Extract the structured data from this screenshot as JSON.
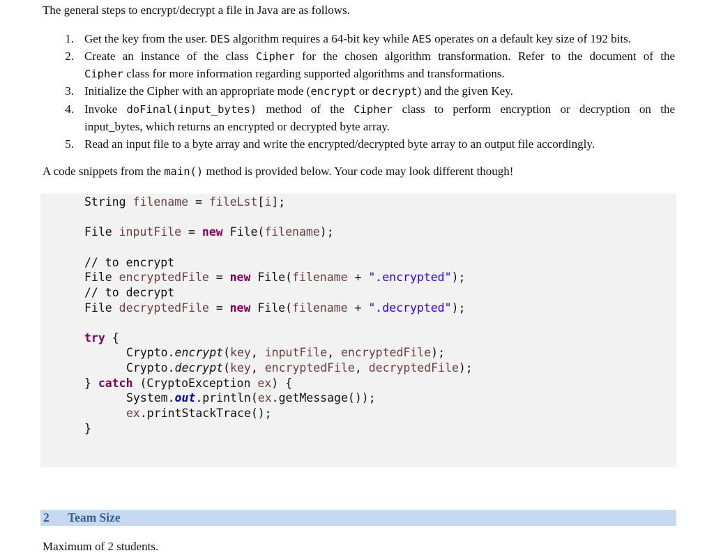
{
  "intro": "The general steps to encrypt/decrypt a file in Java are as follows.",
  "steps": [
    {
      "num": "1.",
      "a": "Get the key from the user. ",
      "a_code": "DES",
      "b": " algorithm requires a 64-bit key while ",
      "b_code": "AES",
      "c": " operates on a default key size of 192 bits."
    },
    {
      "num": "2.",
      "l1_a": "Create an instance of the class ",
      "l1_code": "Cipher",
      "l1_b": " for the chosen algorithm transformation. Refer to the document of the",
      "l2_code": "Cipher",
      "l2_b": " class for more information regarding supported algorithms and transformations."
    },
    {
      "num": "3.",
      "a": "Initialize the Cipher with an appropriate mode (",
      "a_code": "encrypt",
      "b": " or ",
      "b_code": "decrypt",
      "c": ") and the given Key."
    },
    {
      "num": "4.",
      "l1_a": "Invoke ",
      "l1_code": "doFinal(input_bytes)",
      "l1_b": " method of the ",
      "l1_code2": "Cipher",
      "l1_c": " class to perform encryption or decryption on the",
      "l2": "input_bytes, which returns an encrypted or decrypted byte array."
    },
    {
      "num": "5.",
      "text": "Read an input file to a byte array and write the encrypted/decrypted byte array to an output file accordingly."
    }
  ],
  "snippet_intro": {
    "a": "A code snippets from the ",
    "code": "main()",
    "b": " method is provided below. Your code may look different though!"
  },
  "code": {
    "l1": {
      "t1": "String ",
      "v1": "filename",
      "t2": " = ",
      "v2": "fileLst",
      "t3": "[",
      "v3": "i",
      "t4": "];"
    },
    "l2": {
      "t1": "File ",
      "v1": "inputFile",
      "t2": " = ",
      "kw": "new",
      "t3": " File(",
      "v2": "filename",
      "t4": ");"
    },
    "l3": {
      "comment": "// to encrypt"
    },
    "l4": {
      "t1": "File ",
      "v1": "encryptedFile",
      "t2": " = ",
      "kw": "new",
      "t3": " File(",
      "v2": "filename",
      "t4": " + ",
      "str": "\".encrypted\"",
      "t5": ");"
    },
    "l5": {
      "comment": "// to decrypt"
    },
    "l6": {
      "t1": "File ",
      "v1": "decryptedFile",
      "t2": " = ",
      "kw": "new",
      "t3": " File(",
      "v2": "filename",
      "t4": " + ",
      "str": "\".decrypted\"",
      "t5": ");"
    },
    "l7": {
      "kw": "try",
      "t1": " {"
    },
    "l8": {
      "t1": "Crypto.",
      "m": "encrypt",
      "t2": "(",
      "v1": "key",
      "t3": ", ",
      "v2": "inputFile",
      "t4": ", ",
      "v3": "encryptedFile",
      "t5": ");"
    },
    "l9": {
      "t1": "Crypto.",
      "m": "decrypt",
      "t2": "(",
      "v1": "key",
      "t3": ", ",
      "v2": "encryptedFile",
      "t4": ", ",
      "v3": "decryptedFile",
      "t5": ");"
    },
    "l10": {
      "t1": "} ",
      "kw": "catch",
      "t2": " (CryptoException ",
      "v1": "ex",
      "t3": ") {"
    },
    "l11": {
      "t1": "System.",
      "f": "out",
      "t2": ".println(",
      "v1": "ex",
      "t3": ".getMessage());"
    },
    "l12": {
      "v1": "ex",
      "t1": ".printStackTrace();"
    },
    "l13": {
      "t1": "}"
    }
  },
  "section": {
    "number": "2",
    "title": "Team Size"
  },
  "footer": "Maximum of 2 students.",
  "colors": {
    "section_band": "#c6d9f1",
    "section_text": "#365f91",
    "code_bg": "#f2f2f2"
  }
}
